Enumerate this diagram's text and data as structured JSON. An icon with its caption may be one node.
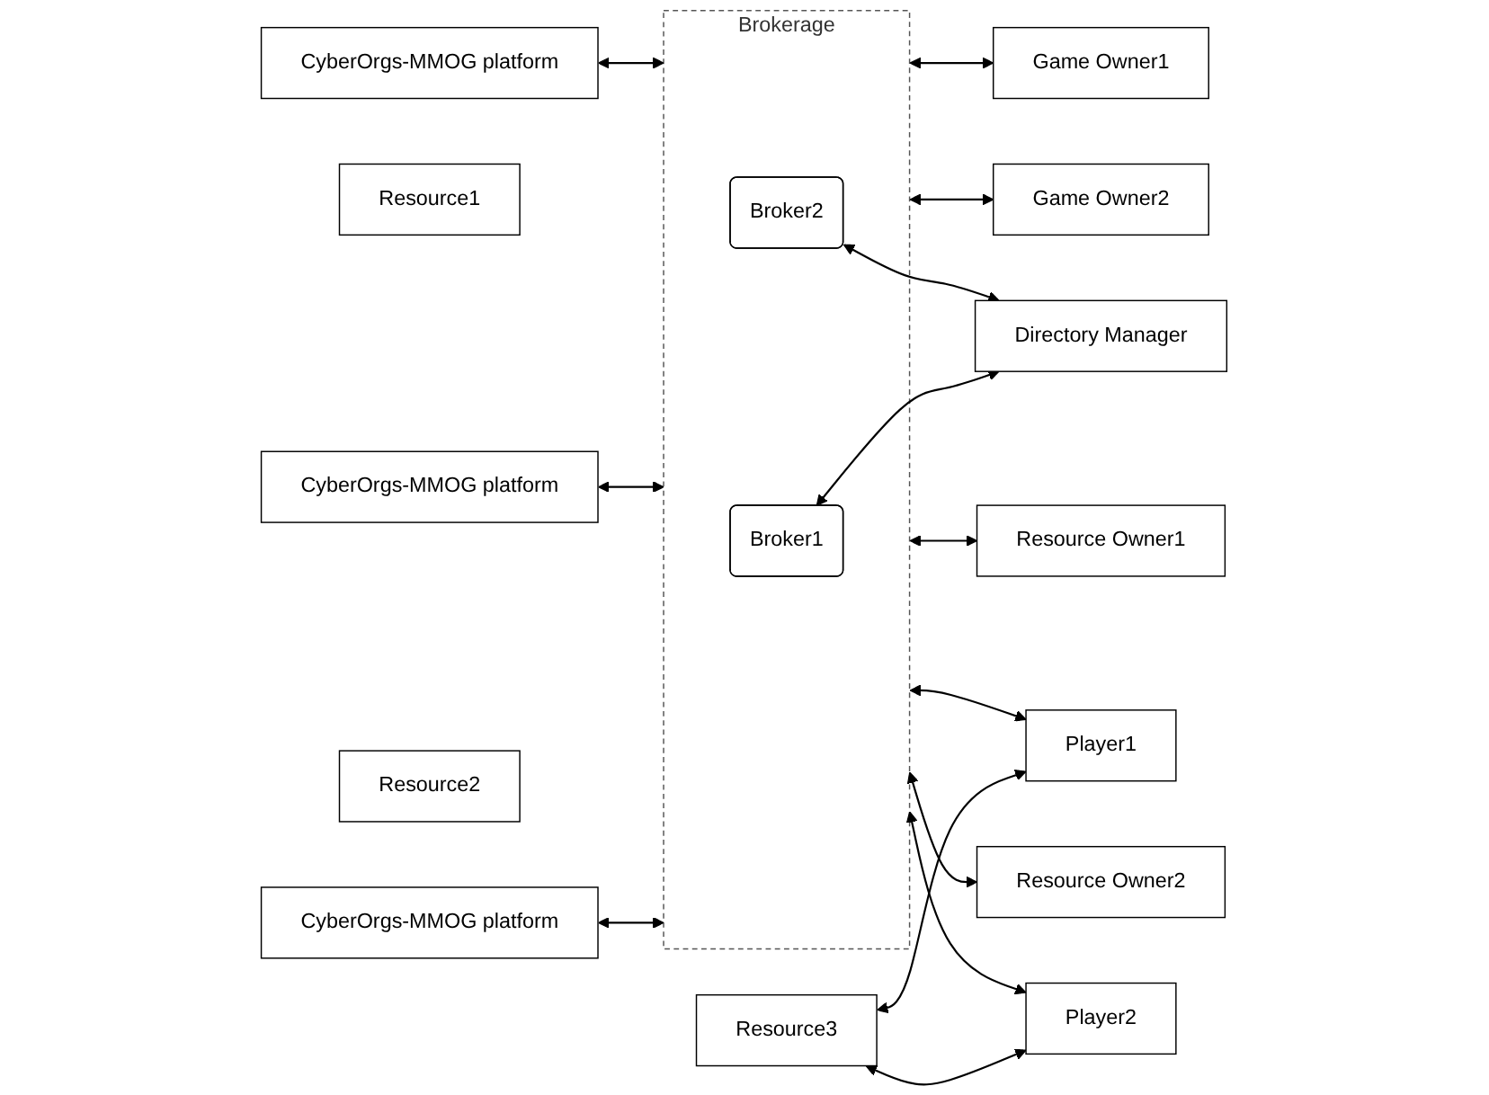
{
  "diagram": {
    "nodes": [
      {
        "text": [
          "CyberOrgs-MMOG platform"
        ]
      },
      {
        "text": [
          "Resource1"
        ]
      },
      {
        "text": [
          "CyberOrgs-MMOG platform"
        ]
      },
      {
        "text": [
          "Resource2"
        ]
      },
      {
        "text": [
          "CyberOrgs-MMOG platform"
        ]
      },
      {
        "text": [
          "Resource3"
        ]
      },
      {
        "text": [
          "Brokerage"
        ]
      },
      {
        "text": [
          "Broker1"
        ],
        "in": 6
      },
      {
        "text": [
          "Broker2"
        ],
        "in": 6
      },
      {
        "text": [
          "Directory Manager"
        ]
      },
      {
        "text": [
          "Game Owner1"
        ]
      },
      {
        "text": [
          "Game Owner2"
        ]
      },
      {
        "text": [
          "Player1"
        ]
      },
      {
        "text": [
          "Player2"
        ]
      },
      {
        "text": [
          "Resource Owner1"
        ]
      },
      {
        "text": [
          "Resource Owner2"
        ]
      }
    ],
    "edges": [
      {
        "from": 0,
        "to": 6,
        "arrow": "both"
      },
      {
        "from": 2,
        "to": 6,
        "arrow": "both"
      },
      {
        "from": 4,
        "to": 6,
        "arrow": "both"
      },
      {
        "from": 7,
        "to": 9,
        "arrow": "both"
      },
      {
        "from": 8,
        "to": 9,
        "arrow": "both"
      },
      {
        "from": 6,
        "to": 10,
        "arrow": "both"
      },
      {
        "from": 6,
        "to": 11,
        "arrow": "both"
      },
      {
        "from": 5,
        "to": 12,
        "arrow": "both"
      },
      {
        "from": 5,
        "to": 13,
        "arrow": "both"
      },
      {
        "from": 6,
        "to": 12,
        "arrow": "both"
      },
      {
        "from": 6,
        "to": 13,
        "arrow": "both"
      },
      {
        "from": 6,
        "to": 14,
        "arrow": "both"
      },
      {
        "from": 6,
        "to": 15,
        "arrow": "both"
      }
    ]
  }
}
